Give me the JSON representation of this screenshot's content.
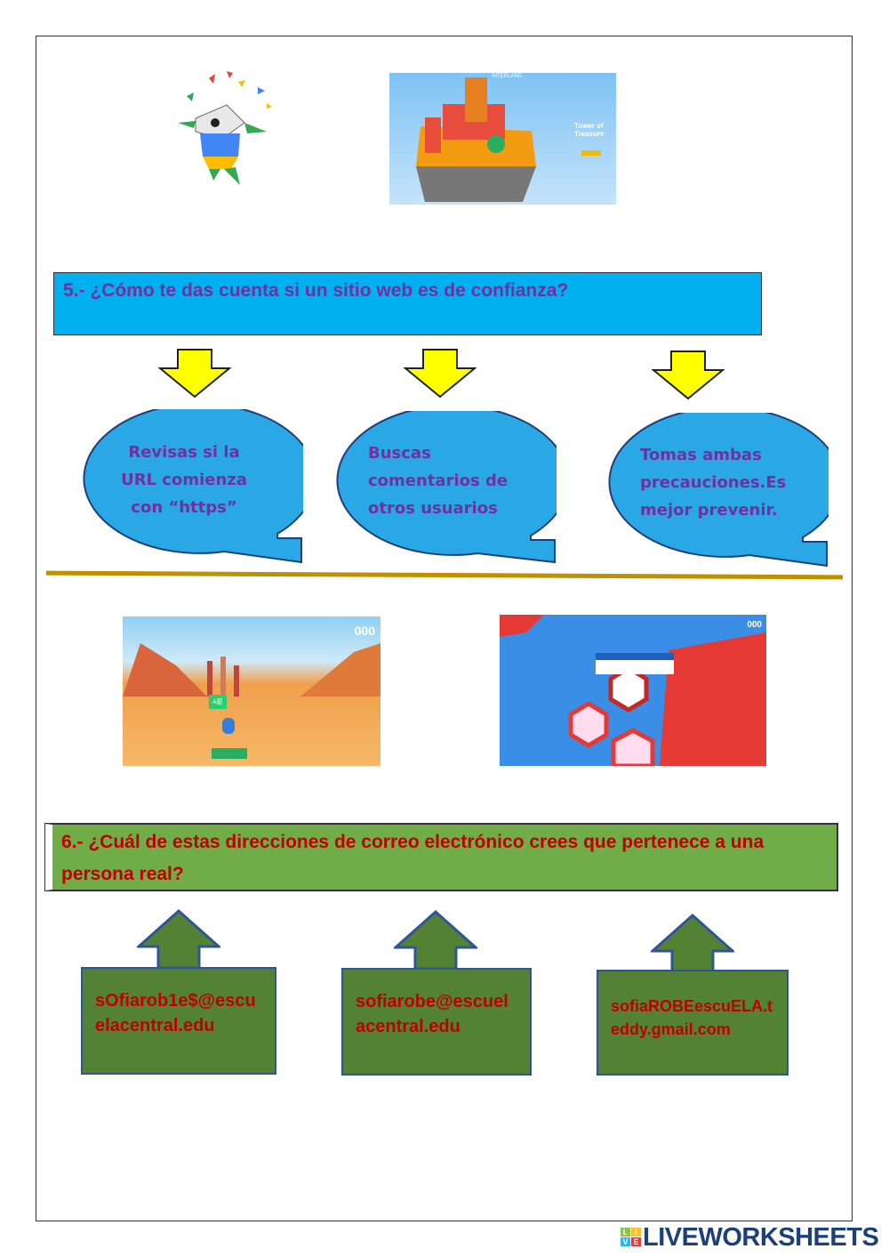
{
  "q5": {
    "text": "5.- ¿Cómo te das cuenta si un sitio web es de confianza?",
    "options": [
      "Revisas si la URL comienza con “https”",
      "Buscas comentarios de otros usuarios",
      "Tomas ambas precauciones.Es mejor prevenir."
    ]
  },
  "q6": {
    "text": "6.- ¿Cuál de estas direcciones de correo electrónico crees que pertenece a una persona real?",
    "options": [
      "sOfiarob1e$@escuelacentral.edu",
      "sofiarobe@escuelacentral.edu",
      "sofiaROBEescuELA.teddy.gmail.com"
    ]
  },
  "images": {
    "tower_title": "Tower of Treasure",
    "tower_brand": "INTERLAND",
    "desert_score": "000",
    "island_score": "000",
    "desert_chat": "A筎"
  },
  "footer": {
    "brand": "LIVEWORKSHEETS",
    "logo_letters": [
      "L",
      "I",
      "V",
      "E"
    ]
  },
  "colors": {
    "q5_bg": "#00b0f0",
    "q5_text": "#7030a0",
    "bubble": "#2aa8e6",
    "arrow": "#ffff00",
    "divider": "#bf9000",
    "q6_bg": "#70ad47",
    "q6_text": "#c00000",
    "box": "#548235"
  }
}
